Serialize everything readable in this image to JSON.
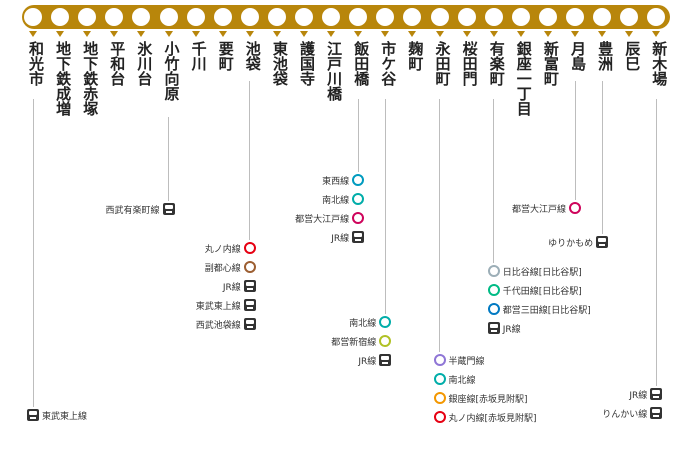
{
  "line": {
    "color": "#b8860b"
  },
  "stations": [
    {
      "name": "和光市"
    },
    {
      "name": "地下鉄成増"
    },
    {
      "name": "地下鉄赤塚"
    },
    {
      "name": "平和台"
    },
    {
      "name": "氷川台"
    },
    {
      "name": "小竹向原"
    },
    {
      "name": "千川"
    },
    {
      "name": "要町"
    },
    {
      "name": "池袋"
    },
    {
      "name": "東池袋"
    },
    {
      "name": "護国寺"
    },
    {
      "name": "江戸川橋"
    },
    {
      "name": "飯田橋"
    },
    {
      "name": "市ケ谷"
    },
    {
      "name": "麹町"
    },
    {
      "name": "永田町"
    },
    {
      "name": "桜田門"
    },
    {
      "name": "有楽町"
    },
    {
      "name": "銀座一丁目"
    },
    {
      "name": "新富町"
    },
    {
      "name": "月島"
    },
    {
      "name": "豊洲"
    },
    {
      "name": "辰巳"
    },
    {
      "name": "新木場"
    }
  ],
  "transfers": [
    {
      "station": 0,
      "lines": [
        {
          "label": "東武東上線",
          "type": "rail",
          "color": "#333333"
        }
      ]
    },
    {
      "station": 5,
      "lines": [
        {
          "label": "西武有楽町線",
          "type": "rail",
          "color": "#333333"
        }
      ]
    },
    {
      "station": 8,
      "lines": [
        {
          "label": "丸ノ内線",
          "type": "metro",
          "color": "#e60012"
        },
        {
          "label": "副都心線",
          "type": "metro",
          "color": "#9c5e31"
        },
        {
          "label": "JR線",
          "type": "rail",
          "color": "#333333"
        },
        {
          "label": "東武東上線",
          "type": "rail",
          "color": "#333333"
        },
        {
          "label": "西武池袋線",
          "type": "rail",
          "color": "#333333"
        }
      ]
    },
    {
      "station": 12,
      "lines": [
        {
          "label": "東西線",
          "type": "metro",
          "color": "#009bbf"
        },
        {
          "label": "南北線",
          "type": "metro",
          "color": "#00ada9"
        },
        {
          "label": "都営大江戸線",
          "type": "metro",
          "color": "#ce045b"
        },
        {
          "label": "JR線",
          "type": "rail",
          "color": "#333333"
        }
      ]
    },
    {
      "station": 13,
      "lines": [
        {
          "label": "南北線",
          "type": "metro",
          "color": "#00ada9"
        },
        {
          "label": "都営新宿線",
          "type": "metro",
          "color": "#b0c124"
        },
        {
          "label": "JR線",
          "type": "rail",
          "color": "#333333"
        }
      ]
    },
    {
      "station": 15,
      "lines": [
        {
          "label": "半蔵門線",
          "type": "metro",
          "color": "#8f76d6"
        },
        {
          "label": "南北線",
          "type": "metro",
          "color": "#00ada9"
        },
        {
          "label": "銀座線[赤坂見附駅]",
          "type": "metro",
          "color": "#f39700"
        },
        {
          "label": "丸ノ内線[赤坂見附駅]",
          "type": "metro",
          "color": "#e60012"
        }
      ]
    },
    {
      "station": 17,
      "lines": [
        {
          "label": "日比谷線[日比谷駅]",
          "type": "metro",
          "color": "#9caeb7"
        },
        {
          "label": "千代田線[日比谷駅]",
          "type": "metro",
          "color": "#00bb85"
        },
        {
          "label": "都営三田線[日比谷駅]",
          "type": "metro",
          "color": "#0079c2"
        },
        {
          "label": "JR線",
          "type": "rail",
          "color": "#333333"
        }
      ]
    },
    {
      "station": 20,
      "lines": [
        {
          "label": "都営大江戸線",
          "type": "metro",
          "color": "#ce045b"
        }
      ]
    },
    {
      "station": 21,
      "lines": [
        {
          "label": "ゆりかもめ",
          "type": "rail",
          "color": "#333333"
        }
      ]
    },
    {
      "station": 23,
      "lines": [
        {
          "label": "JR線",
          "type": "rail",
          "color": "#333333"
        },
        {
          "label": "りんかい線",
          "type": "rail",
          "color": "#333333"
        }
      ]
    }
  ]
}
